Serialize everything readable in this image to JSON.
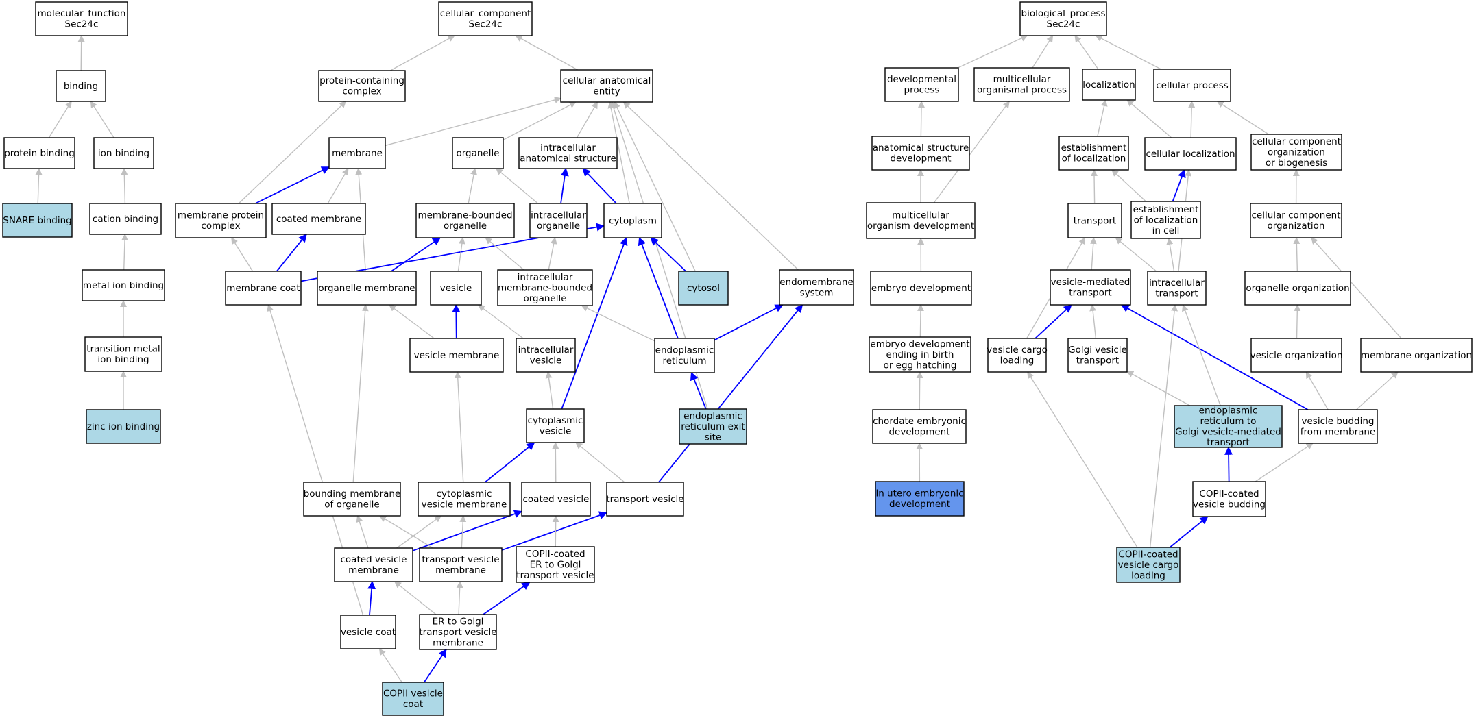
{
  "colors": {
    "node_fill": "#ffffff",
    "highlight_fill": "#add8e6",
    "focus_fill": "#6495ed",
    "gray_edge": "#c0c0c0",
    "blue_edge": "#0000ff"
  },
  "nodes": [
    {
      "id": "mf",
      "lines": [
        "molecular_function",
        "Sec24c"
      ],
      "style": "plain"
    },
    {
      "id": "binding",
      "lines": [
        "binding"
      ],
      "style": "plain"
    },
    {
      "id": "protbind",
      "lines": [
        "protein binding"
      ],
      "style": "plain"
    },
    {
      "id": "ionbind",
      "lines": [
        "ion binding"
      ],
      "style": "plain"
    },
    {
      "id": "snare",
      "lines": [
        "SNARE binding"
      ],
      "style": "highlight"
    },
    {
      "id": "cationbind",
      "lines": [
        "cation binding"
      ],
      "style": "plain"
    },
    {
      "id": "metalbind",
      "lines": [
        "metal ion binding"
      ],
      "style": "plain"
    },
    {
      "id": "transmetal",
      "lines": [
        "transition metal",
        "ion binding"
      ],
      "style": "plain"
    },
    {
      "id": "zinc",
      "lines": [
        "zinc ion binding"
      ],
      "style": "highlight"
    },
    {
      "id": "cc",
      "lines": [
        "cellular_component",
        "Sec24c"
      ],
      "style": "plain"
    },
    {
      "id": "protcomplex",
      "lines": [
        "protein-containing",
        "complex"
      ],
      "style": "plain"
    },
    {
      "id": "cae",
      "lines": [
        "cellular anatomical",
        "entity"
      ],
      "style": "plain"
    },
    {
      "id": "membrane",
      "lines": [
        "membrane"
      ],
      "style": "plain"
    },
    {
      "id": "organelle",
      "lines": [
        "organelle"
      ],
      "style": "plain"
    },
    {
      "id": "ias",
      "lines": [
        "intracellular",
        "anatomical structure"
      ],
      "style": "plain"
    },
    {
      "id": "mpc",
      "lines": [
        "membrane protein",
        "complex"
      ],
      "style": "plain"
    },
    {
      "id": "coatedmem",
      "lines": [
        "coated membrane"
      ],
      "style": "plain"
    },
    {
      "id": "mbo",
      "lines": [
        "membrane-bounded",
        "organelle"
      ],
      "style": "plain"
    },
    {
      "id": "intorg",
      "lines": [
        "intracellular",
        "organelle"
      ],
      "style": "plain"
    },
    {
      "id": "cytoplasm",
      "lines": [
        "cytoplasm"
      ],
      "style": "plain"
    },
    {
      "id": "memcoat",
      "lines": [
        "membrane coat"
      ],
      "style": "plain"
    },
    {
      "id": "orgmem",
      "lines": [
        "organelle membrane"
      ],
      "style": "plain"
    },
    {
      "id": "vesicle",
      "lines": [
        "vesicle"
      ],
      "style": "plain"
    },
    {
      "id": "imbo",
      "lines": [
        "intracellular",
        "membrane-bounded",
        "organelle"
      ],
      "style": "plain"
    },
    {
      "id": "cytosol",
      "lines": [
        "cytosol"
      ],
      "style": "highlight"
    },
    {
      "id": "endomem",
      "lines": [
        "endomembrane",
        "system"
      ],
      "style": "plain"
    },
    {
      "id": "vesmem",
      "lines": [
        "vesicle membrane"
      ],
      "style": "plain"
    },
    {
      "id": "intves",
      "lines": [
        "intracellular",
        "vesicle"
      ],
      "style": "plain"
    },
    {
      "id": "er",
      "lines": [
        "endoplasmic",
        "reticulum"
      ],
      "style": "plain"
    },
    {
      "id": "eres",
      "lines": [
        "endoplasmic",
        "reticulum exit",
        "site"
      ],
      "style": "highlight"
    },
    {
      "id": "cytves",
      "lines": [
        "cytoplasmic",
        "vesicle"
      ],
      "style": "plain"
    },
    {
      "id": "bmo",
      "lines": [
        "bounding membrane",
        "of organelle"
      ],
      "style": "plain"
    },
    {
      "id": "cvm",
      "lines": [
        "cytoplasmic",
        "vesicle membrane"
      ],
      "style": "plain"
    },
    {
      "id": "coatedves",
      "lines": [
        "coated vesicle"
      ],
      "style": "plain"
    },
    {
      "id": "transves",
      "lines": [
        "transport vesicle"
      ],
      "style": "plain"
    },
    {
      "id": "cvmem",
      "lines": [
        "coated vesicle",
        "membrane"
      ],
      "style": "plain"
    },
    {
      "id": "tvm",
      "lines": [
        "transport vesicle",
        "membrane"
      ],
      "style": "plain"
    },
    {
      "id": "copiiertv",
      "lines": [
        "COPII-coated",
        "ER to Golgi",
        "transport vesicle"
      ],
      "style": "plain"
    },
    {
      "id": "vescoat",
      "lines": [
        "vesicle coat"
      ],
      "style": "plain"
    },
    {
      "id": "ergtvm",
      "lines": [
        "ER to Golgi",
        "transport vesicle",
        "membrane"
      ],
      "style": "plain"
    },
    {
      "id": "copiicoat",
      "lines": [
        "COPII vesicle",
        "coat"
      ],
      "style": "highlight"
    },
    {
      "id": "bp",
      "lines": [
        "biological_process",
        "Sec24c"
      ],
      "style": "plain"
    },
    {
      "id": "devproc",
      "lines": [
        "developmental",
        "process"
      ],
      "style": "plain"
    },
    {
      "id": "multiproc",
      "lines": [
        "multicellular",
        "organismal process"
      ],
      "style": "plain"
    },
    {
      "id": "localization",
      "lines": [
        "localization"
      ],
      "style": "plain"
    },
    {
      "id": "cellproc",
      "lines": [
        "cellular process"
      ],
      "style": "plain"
    },
    {
      "id": "asd",
      "lines": [
        "anatomical structure",
        "development"
      ],
      "style": "plain"
    },
    {
      "id": "estloc",
      "lines": [
        "establishment",
        "of localization"
      ],
      "style": "plain"
    },
    {
      "id": "cellloc",
      "lines": [
        "cellular localization"
      ],
      "style": "plain"
    },
    {
      "id": "ccob",
      "lines": [
        "cellular component",
        "organization",
        "or biogenesis"
      ],
      "style": "plain"
    },
    {
      "id": "mod",
      "lines": [
        "multicellular",
        "organism development"
      ],
      "style": "plain"
    },
    {
      "id": "transport",
      "lines": [
        "transport"
      ],
      "style": "plain"
    },
    {
      "id": "estlocc",
      "lines": [
        "establishment",
        "of localization",
        "in cell"
      ],
      "style": "plain"
    },
    {
      "id": "cco",
      "lines": [
        "cellular component",
        "organization"
      ],
      "style": "plain"
    },
    {
      "id": "embdev",
      "lines": [
        "embryo development"
      ],
      "style": "plain"
    },
    {
      "id": "vmt",
      "lines": [
        "vesicle-mediated",
        "transport"
      ],
      "style": "plain"
    },
    {
      "id": "inttrans",
      "lines": [
        "intracellular",
        "transport"
      ],
      "style": "plain"
    },
    {
      "id": "orgorg",
      "lines": [
        "organelle organization"
      ],
      "style": "plain"
    },
    {
      "id": "edeb",
      "lines": [
        "embryo development",
        "ending in birth",
        "or egg hatching"
      ],
      "style": "plain"
    },
    {
      "id": "vcl",
      "lines": [
        "vesicle cargo",
        "loading"
      ],
      "style": "plain"
    },
    {
      "id": "gvt",
      "lines": [
        "Golgi vesicle",
        "transport"
      ],
      "style": "plain"
    },
    {
      "id": "vesorg",
      "lines": [
        "vesicle organization"
      ],
      "style": "plain"
    },
    {
      "id": "memorg",
      "lines": [
        "membrane organization"
      ],
      "style": "plain"
    },
    {
      "id": "chordate",
      "lines": [
        "chordate embryonic",
        "development"
      ],
      "style": "plain"
    },
    {
      "id": "ergvmt",
      "lines": [
        "endoplasmic",
        "reticulum to",
        "Golgi vesicle-mediated",
        "transport"
      ],
      "style": "highlight"
    },
    {
      "id": "vbm",
      "lines": [
        "vesicle budding",
        "from membrane"
      ],
      "style": "plain"
    },
    {
      "id": "inutero",
      "lines": [
        "in utero embryonic",
        "development"
      ],
      "style": "focus"
    },
    {
      "id": "copiivb",
      "lines": [
        "COPII-coated",
        "vesicle budding"
      ],
      "style": "plain"
    },
    {
      "id": "copiivcl",
      "lines": [
        "COPII-coated",
        "vesicle cargo",
        "loading"
      ],
      "style": "highlight"
    }
  ],
  "edges": [
    {
      "from": "binding",
      "to": "mf",
      "color": "gray"
    },
    {
      "from": "protbind",
      "to": "binding",
      "color": "gray"
    },
    {
      "from": "ionbind",
      "to": "binding",
      "color": "gray"
    },
    {
      "from": "snare",
      "to": "protbind",
      "color": "gray"
    },
    {
      "from": "cationbind",
      "to": "ionbind",
      "color": "gray"
    },
    {
      "from": "metalbind",
      "to": "cationbind",
      "color": "gray"
    },
    {
      "from": "transmetal",
      "to": "metalbind",
      "color": "gray"
    },
    {
      "from": "zinc",
      "to": "transmetal",
      "color": "gray"
    },
    {
      "from": "protcomplex",
      "to": "cc",
      "color": "gray"
    },
    {
      "from": "cae",
      "to": "cc",
      "color": "gray"
    },
    {
      "from": "membrane",
      "to": "cae",
      "color": "gray"
    },
    {
      "from": "organelle",
      "to": "cae",
      "color": "gray"
    },
    {
      "from": "ias",
      "to": "cae",
      "color": "gray"
    },
    {
      "from": "cytoplasm",
      "to": "cae",
      "color": "gray"
    },
    {
      "from": "cytosol",
      "to": "cae",
      "color": "gray"
    },
    {
      "from": "endomem",
      "to": "cae",
      "color": "gray"
    },
    {
      "from": "eres",
      "to": "cae",
      "color": "gray"
    },
    {
      "from": "mpc",
      "to": "protcomplex",
      "color": "gray"
    },
    {
      "from": "mpc",
      "to": "membrane",
      "color": "blue"
    },
    {
      "from": "coatedmem",
      "to": "membrane",
      "color": "gray"
    },
    {
      "from": "orgmem",
      "to": "membrane",
      "color": "gray"
    },
    {
      "from": "mbo",
      "to": "organelle",
      "color": "gray"
    },
    {
      "from": "intorg",
      "to": "organelle",
      "color": "gray"
    },
    {
      "from": "intorg",
      "to": "ias",
      "color": "blue"
    },
    {
      "from": "cytoplasm",
      "to": "ias",
      "color": "blue"
    },
    {
      "from": "memcoat",
      "to": "mpc",
      "color": "gray"
    },
    {
      "from": "memcoat",
      "to": "coatedmem",
      "color": "blue"
    },
    {
      "from": "memcoat",
      "to": "cytoplasm",
      "color": "blue"
    },
    {
      "from": "orgmem",
      "to": "mbo",
      "color": "blue"
    },
    {
      "from": "vesicle",
      "to": "mbo",
      "color": "gray"
    },
    {
      "from": "imbo",
      "to": "mbo",
      "color": "gray"
    },
    {
      "from": "imbo",
      "to": "intorg",
      "color": "gray"
    },
    {
      "from": "cytosol",
      "to": "cytoplasm",
      "color": "blue"
    },
    {
      "from": "er",
      "to": "cytoplasm",
      "color": "blue"
    },
    {
      "from": "cytves",
      "to": "cytoplasm",
      "color": "blue"
    },
    {
      "from": "vesmem",
      "to": "orgmem",
      "color": "gray"
    },
    {
      "from": "vesmem",
      "to": "vesicle",
      "color": "blue"
    },
    {
      "from": "intves",
      "to": "vesicle",
      "color": "gray"
    },
    {
      "from": "er",
      "to": "imbo",
      "color": "gray"
    },
    {
      "from": "er",
      "to": "endomem",
      "color": "blue"
    },
    {
      "from": "transves",
      "to": "endomem",
      "color": "blue"
    },
    {
      "from": "eres",
      "to": "er",
      "color": "blue"
    },
    {
      "from": "cytves",
      "to": "intves",
      "color": "gray"
    },
    {
      "from": "bmo",
      "to": "orgmem",
      "color": "gray"
    },
    {
      "from": "cvm",
      "to": "vesmem",
      "color": "gray"
    },
    {
      "from": "cvm",
      "to": "cytves",
      "color": "blue"
    },
    {
      "from": "coatedves",
      "to": "cytves",
      "color": "gray"
    },
    {
      "from": "transves",
      "to": "cytves",
      "color": "gray"
    },
    {
      "from": "cvmem",
      "to": "bmo",
      "color": "gray"
    },
    {
      "from": "cvmem",
      "to": "cvm",
      "color": "gray"
    },
    {
      "from": "cvmem",
      "to": "coatedves",
      "color": "blue"
    },
    {
      "from": "tvm",
      "to": "bmo",
      "color": "gray"
    },
    {
      "from": "tvm",
      "to": "cvm",
      "color": "gray"
    },
    {
      "from": "tvm",
      "to": "transves",
      "color": "blue"
    },
    {
      "from": "copiiertv",
      "to": "coatedves",
      "color": "gray"
    },
    {
      "from": "vescoat",
      "to": "cvmem",
      "color": "blue"
    },
    {
      "from": "vescoat",
      "to": "memcoat",
      "color": "gray"
    },
    {
      "from": "ergtvm",
      "to": "cvmem",
      "color": "gray"
    },
    {
      "from": "ergtvm",
      "to": "tvm",
      "color": "gray"
    },
    {
      "from": "ergtvm",
      "to": "copiiertv",
      "color": "blue"
    },
    {
      "from": "copiicoat",
      "to": "vescoat",
      "color": "gray"
    },
    {
      "from": "copiicoat",
      "to": "ergtvm",
      "color": "blue"
    },
    {
      "from": "devproc",
      "to": "bp",
      "color": "gray"
    },
    {
      "from": "multiproc",
      "to": "bp",
      "color": "gray"
    },
    {
      "from": "localization",
      "to": "bp",
      "color": "gray"
    },
    {
      "from": "cellproc",
      "to": "bp",
      "color": "gray"
    },
    {
      "from": "asd",
      "to": "devproc",
      "color": "gray"
    },
    {
      "from": "mod",
      "to": "asd",
      "color": "gray"
    },
    {
      "from": "mod",
      "to": "multiproc",
      "color": "gray"
    },
    {
      "from": "embdev",
      "to": "mod",
      "color": "gray"
    },
    {
      "from": "edeb",
      "to": "embdev",
      "color": "gray"
    },
    {
      "from": "chordate",
      "to": "edeb",
      "color": "gray"
    },
    {
      "from": "inutero",
      "to": "chordate",
      "color": "gray"
    },
    {
      "from": "estloc",
      "to": "localization",
      "color": "gray"
    },
    {
      "from": "cellloc",
      "to": "localization",
      "color": "gray"
    },
    {
      "from": "cellloc",
      "to": "cellproc",
      "color": "gray"
    },
    {
      "from": "ccob",
      "to": "cellproc",
      "color": "gray"
    },
    {
      "from": "transport",
      "to": "estloc",
      "color": "gray"
    },
    {
      "from": "estlocc",
      "to": "estloc",
      "color": "gray"
    },
    {
      "from": "estlocc",
      "to": "cellloc",
      "color": "blue"
    },
    {
      "from": "inttrans",
      "to": "cellloc",
      "color": "gray"
    },
    {
      "from": "cco",
      "to": "ccob",
      "color": "gray"
    },
    {
      "from": "vmt",
      "to": "transport",
      "color": "gray"
    },
    {
      "from": "inttrans",
      "to": "transport",
      "color": "gray"
    },
    {
      "from": "vcl",
      "to": "transport",
      "color": "gray"
    },
    {
      "from": "inttrans",
      "to": "estlocc",
      "color": "gray"
    },
    {
      "from": "orgorg",
      "to": "cco",
      "color": "gray"
    },
    {
      "from": "memorg",
      "to": "cco",
      "color": "gray"
    },
    {
      "from": "vcl",
      "to": "vmt",
      "color": "blue"
    },
    {
      "from": "gvt",
      "to": "vmt",
      "color": "gray"
    },
    {
      "from": "vbm",
      "to": "vmt",
      "color": "blue"
    },
    {
      "from": "vesorg",
      "to": "orgorg",
      "color": "gray"
    },
    {
      "from": "ergvmt",
      "to": "gvt",
      "color": "gray"
    },
    {
      "from": "ergvmt",
      "to": "inttrans",
      "color": "gray"
    },
    {
      "from": "copiivcl",
      "to": "inttrans",
      "color": "gray"
    },
    {
      "from": "copiivcl",
      "to": "vcl",
      "color": "gray"
    },
    {
      "from": "vbm",
      "to": "vesorg",
      "color": "gray"
    },
    {
      "from": "vbm",
      "to": "memorg",
      "color": "gray"
    },
    {
      "from": "copiivb",
      "to": "ergvmt",
      "color": "blue"
    },
    {
      "from": "copiivb",
      "to": "vbm",
      "color": "gray"
    },
    {
      "from": "copiivcl",
      "to": "copiivb",
      "color": "blue"
    }
  ]
}
